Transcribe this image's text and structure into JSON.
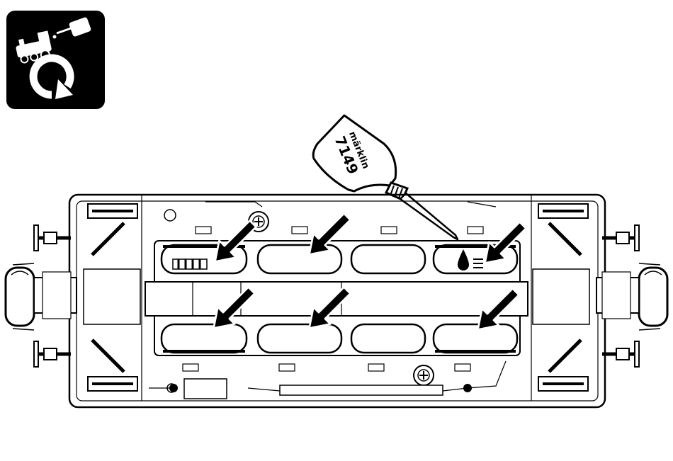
{
  "badge": {
    "icon": "locomotive-maintenance-icon"
  },
  "bottle": {
    "brand": "märklin",
    "product_number": "7149"
  },
  "lubrication_points": 6,
  "colors": {
    "ink": "#000000",
    "paper": "#ffffff"
  }
}
